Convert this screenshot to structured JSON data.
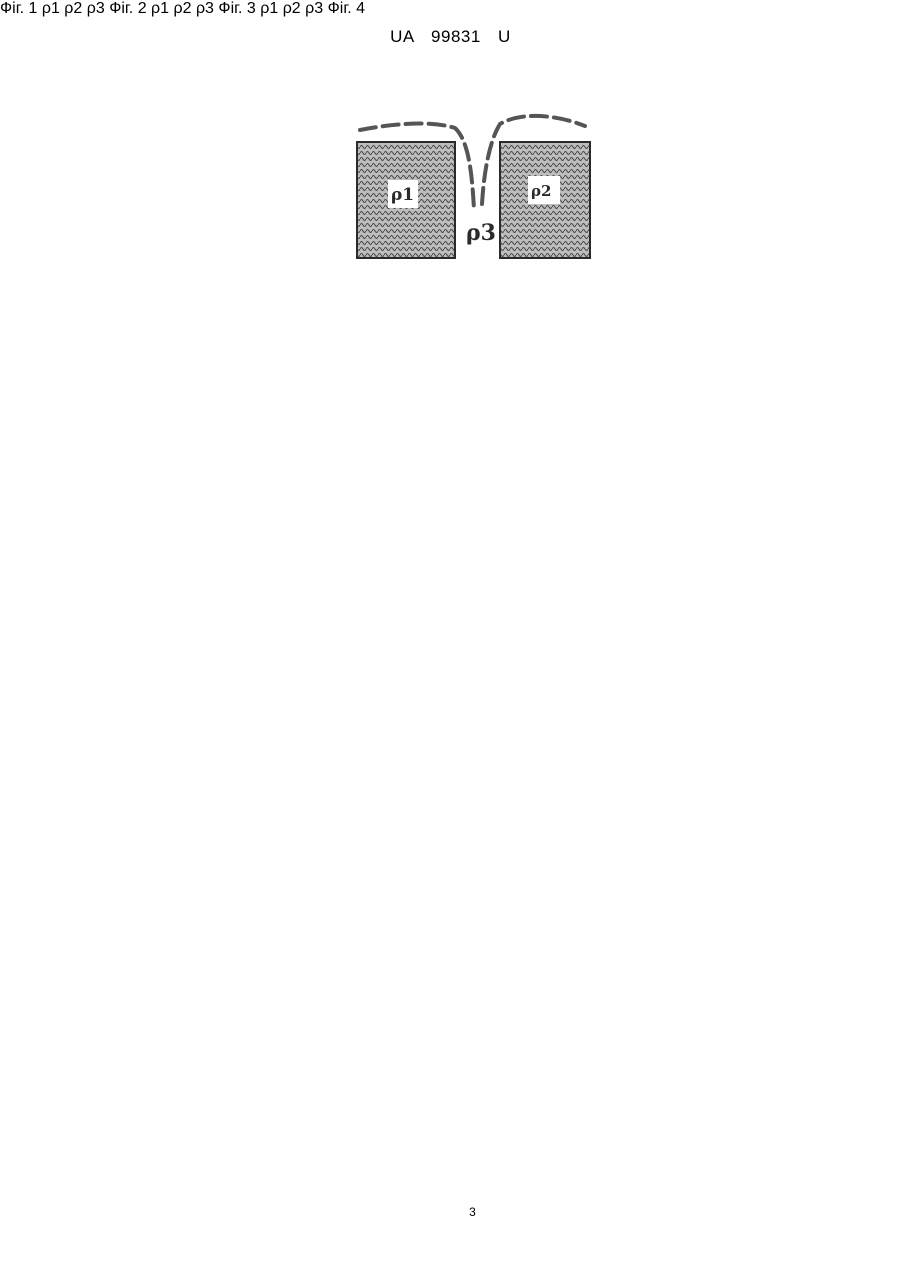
{
  "header": {
    "doc_id": "UA   99831   U"
  },
  "figures": [
    {
      "caption": "Фіг. 1",
      "labels": [
        "ρ1",
        "ρ2",
        "ρ3"
      ]
    },
    {
      "caption": "Фіг. 2",
      "labels": [
        "ρ1",
        "ρ2",
        "ρ3"
      ]
    },
    {
      "caption": "Фіг. 3",
      "labels": [
        "ρ1",
        "ρ2",
        "ρ3"
      ]
    },
    {
      "caption": "Фіг. 4",
      "labels": [
        "ρ1",
        "ρ2",
        "ρ3"
      ]
    }
  ],
  "footer": {
    "page_number": "3"
  },
  "colors": {
    "ink": "#2a2a2a",
    "dash": "#555555",
    "dots": "#777777"
  }
}
